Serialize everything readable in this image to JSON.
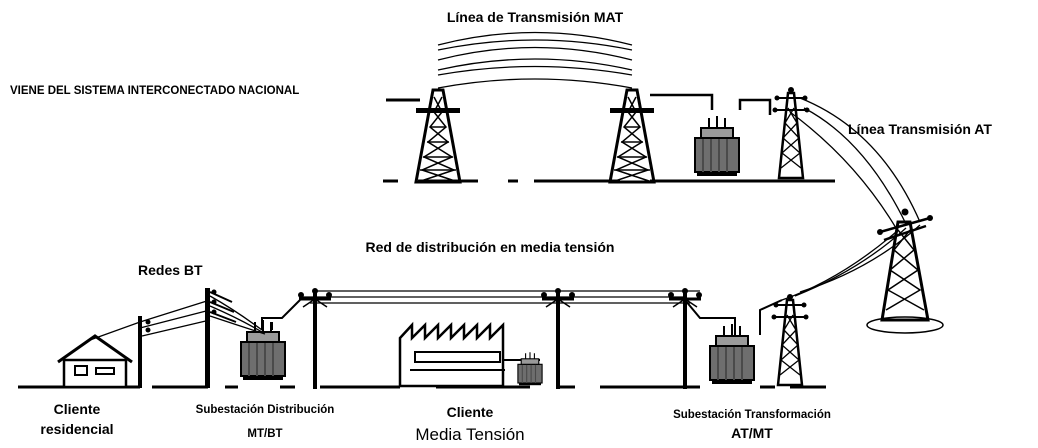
{
  "diagram": {
    "labels": {
      "mat_line": "Línea de Transmisión MAT",
      "source": "VIENE DEL SISTEMA INTERCONECTADO NACIONAL",
      "at_line": "Línea Transmisión AT",
      "mt_network": "Red de distribución en media tensión",
      "bt_networks": "Redes BT",
      "residential_1": "Cliente",
      "residential_2": "residencial",
      "dist_sub_1": "Subestación Distribución",
      "dist_sub_2": "MT/BT",
      "mt_client_1": "Cliente",
      "mt_client_2": "Media Tensión",
      "trans_sub_1": "Subestación Transformación",
      "trans_sub_2": "AT/MT"
    }
  }
}
